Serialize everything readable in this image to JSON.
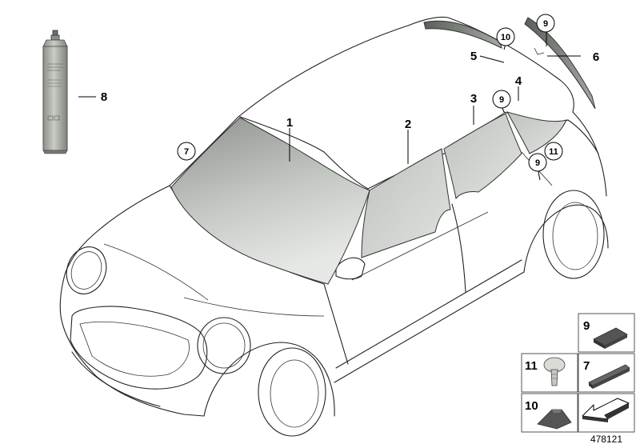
{
  "callouts": {
    "c1": "1",
    "c2": "2",
    "c3": "3",
    "c4": "4",
    "c5": "5",
    "c6": "6",
    "c7": "7",
    "c8": "8",
    "c9a": "9",
    "c9b": "9",
    "c9c": "9",
    "c10": "10",
    "c11": "11"
  },
  "legend": {
    "item9": "9",
    "item11": "11",
    "item7": "7",
    "item10": "10"
  },
  "reference_number": "478121",
  "colors": {
    "glass_light": "#d4d8d3",
    "glass_dark": "#8e938e",
    "line": "#222222",
    "legend_border": "#555555"
  }
}
